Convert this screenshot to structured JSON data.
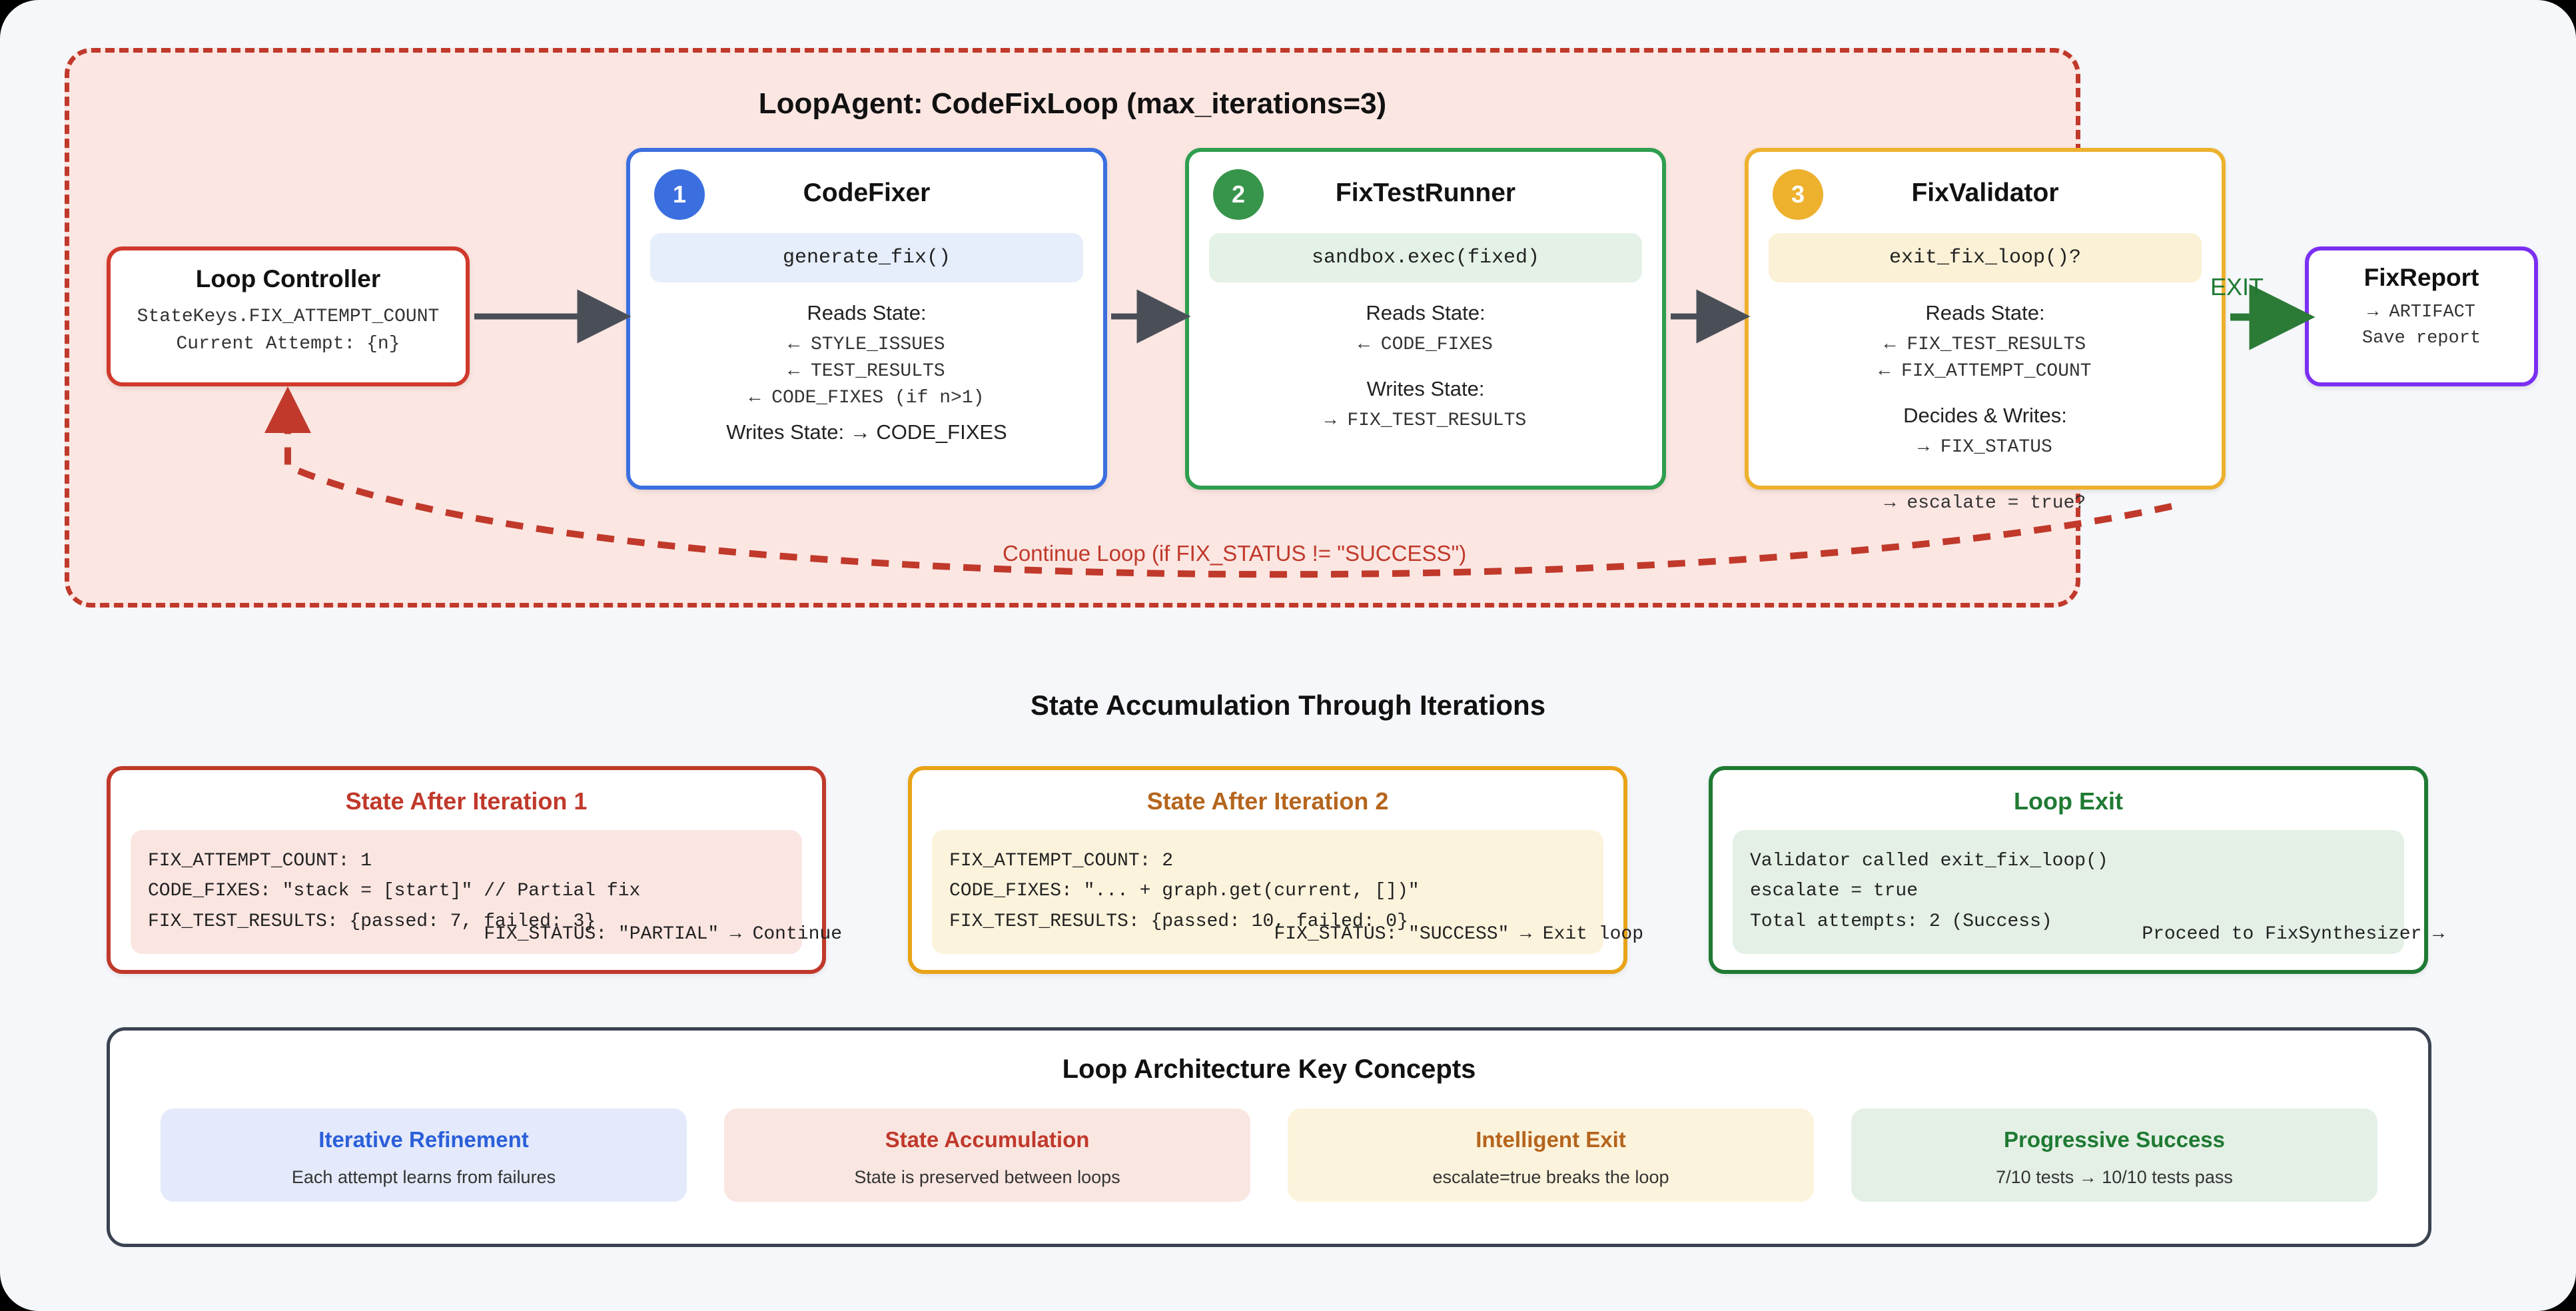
{
  "loop": {
    "title": "LoopAgent: CodeFixLoop (max_iterations=3)",
    "continue_label": "Continue Loop (if FIX_STATUS != \"SUCCESS\")",
    "exit_label": "EXIT"
  },
  "controller": {
    "title": "Loop Controller",
    "line1": "StateKeys.FIX_ATTEMPT_COUNT",
    "line2": "Current Attempt: {n}"
  },
  "agents": [
    {
      "number": "1",
      "name": "CodeFixer",
      "call": "generate_fix()",
      "reads_label": "Reads State:",
      "reads": [
        "← STYLE_ISSUES",
        "← TEST_RESULTS",
        "← CODE_FIXES (if n>1)"
      ],
      "writes_inline": "Writes State: → CODE_FIXES"
    },
    {
      "number": "2",
      "name": "FixTestRunner",
      "call": "sandbox.exec(fixed)",
      "reads_label": "Reads State:",
      "reads": [
        "← CODE_FIXES"
      ],
      "writes_label": "Writes State:",
      "writes": [
        "→ FIX_TEST_RESULTS"
      ]
    },
    {
      "number": "3",
      "name": "FixValidator",
      "call": "exit_fix_loop()?",
      "reads_label": "Reads State:",
      "reads": [
        "← FIX_TEST_RESULTS",
        "← FIX_ATTEMPT_COUNT"
      ],
      "writes_label": "Decides & Writes:",
      "writes": [
        "→ FIX_STATUS"
      ],
      "overflow": "→ escalate = true?"
    }
  ],
  "report": {
    "title": "FixReport",
    "line1": "→ ARTIFACT",
    "line2": "Save report"
  },
  "states_section": {
    "heading": "State Accumulation Through Iterations",
    "cards": [
      {
        "title": "State After Iteration 1",
        "lines": [
          "FIX_ATTEMPT_COUNT: 1",
          "CODE_FIXES: \"stack = [start]\" // Partial fix",
          "FIX_TEST_RESULTS: {passed: 7, failed: 3}"
        ],
        "footer": "FIX_STATUS: \"PARTIAL\" → Continue"
      },
      {
        "title": "State After Iteration 2",
        "lines": [
          "FIX_ATTEMPT_COUNT: 2",
          "CODE_FIXES: \"... + graph.get(current, [])\"",
          "FIX_TEST_RESULTS: {passed: 10, failed: 0}"
        ],
        "footer": "FIX_STATUS: \"SUCCESS\" → Exit loop"
      },
      {
        "title": "Loop Exit",
        "lines": [
          "Validator called exit_fix_loop()",
          "escalate = true",
          "Total attempts: 2 (Success)"
        ],
        "footer": "Proceed to FixSynthesizer →"
      }
    ]
  },
  "concepts_section": {
    "title": "Loop Architecture Key Concepts",
    "items": [
      {
        "title": "Iterative Refinement",
        "desc": "Each attempt learns from failures"
      },
      {
        "title": "State Accumulation",
        "desc": "State is preserved between loops"
      },
      {
        "title": "Intelligent Exit",
        "desc": "escalate=true breaks the loop"
      },
      {
        "title": "Progressive Success",
        "desc": "7/10 tests → 10/10 tests pass"
      }
    ]
  },
  "colors": {
    "loop_border": "#c0392b",
    "loop_fill": "#fbe6e2",
    "agent1": "#3b6fe0",
    "agent2": "#2e9e4f",
    "agent3": "#edb12e",
    "report": "#7b2ff2",
    "exit_arrow": "#1f7a33",
    "connector": "#4a4f57"
  }
}
